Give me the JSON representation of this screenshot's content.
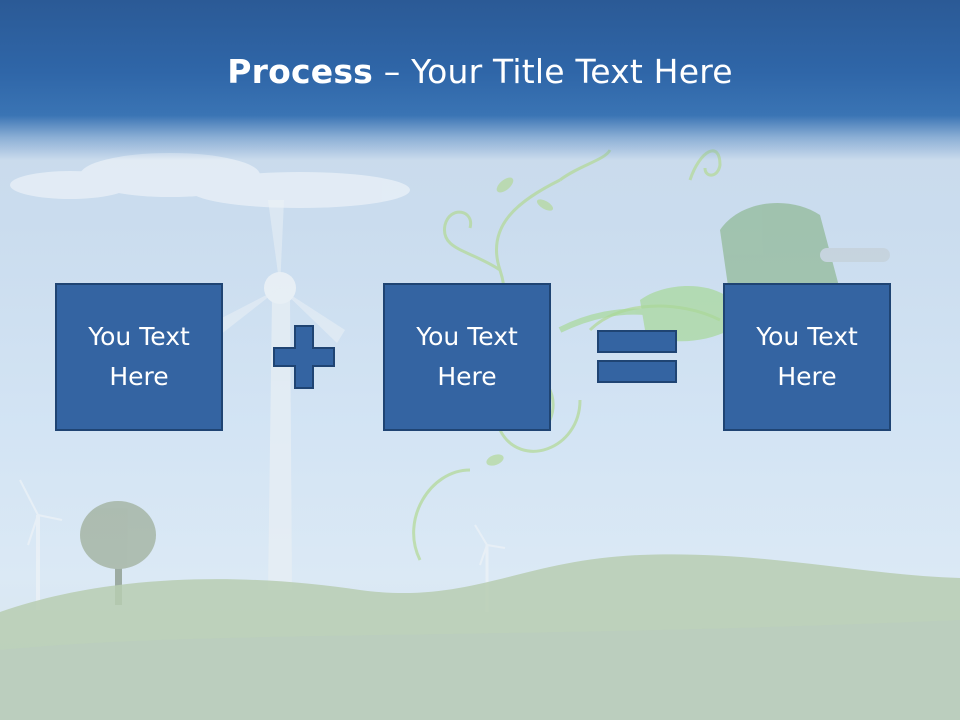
{
  "title": {
    "bold": "Process",
    "rest": " – Your Title Text Here"
  },
  "boxes": [
    {
      "text": "You Text Here"
    },
    {
      "text": "You Text Here"
    },
    {
      "text": "You Text Here"
    }
  ],
  "operators": {
    "first": "plus-icon",
    "second": "equals-icon"
  },
  "colors": {
    "header": "#2f66a8",
    "box_fill": "#3464a2",
    "box_border": "#1f4473",
    "text": "#ffffff"
  }
}
